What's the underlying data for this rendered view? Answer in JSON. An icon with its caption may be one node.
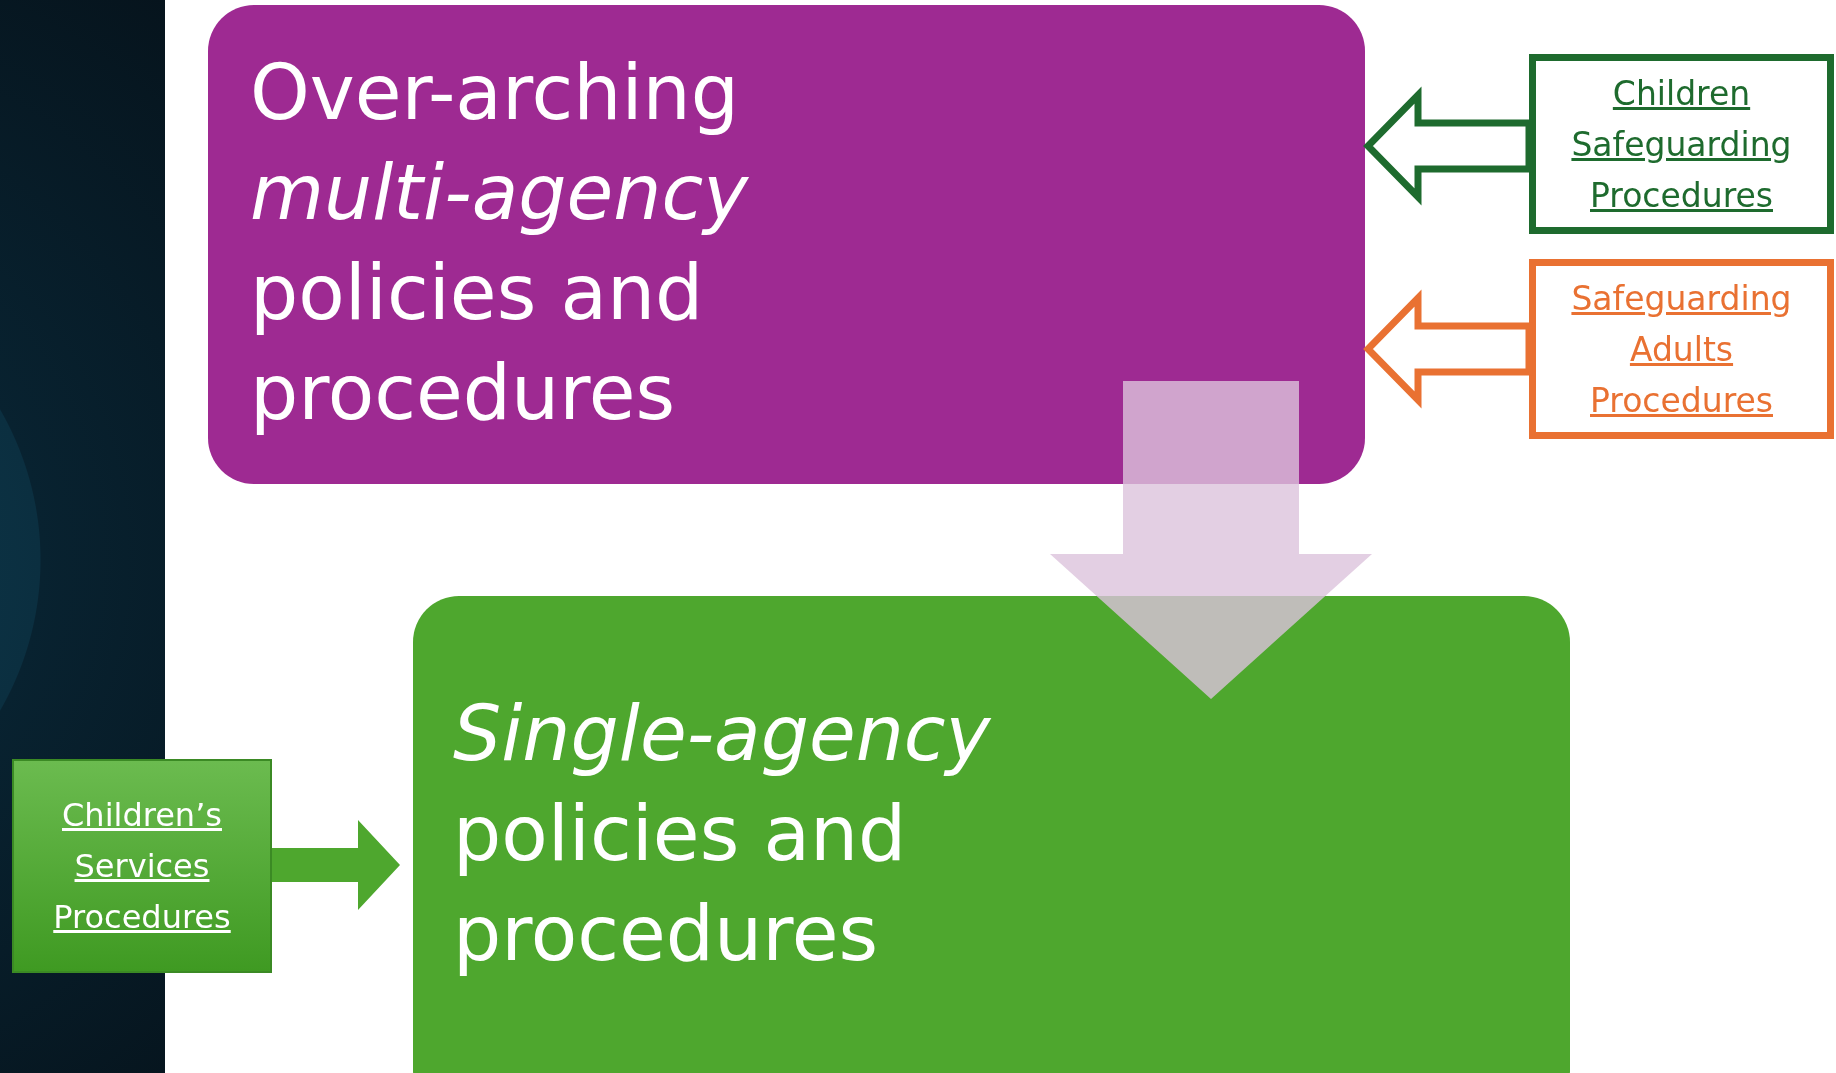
{
  "diagram": {
    "nodes": [
      {
        "text": [
          "Over-arching *multi-agency* policies and procedures"
        ]
      },
      {
        "text": [
          "*Single-agency* policies and procedures"
        ]
      },
      {
        "text": [
          "Children Safeguarding Procedures"
        ]
      },
      {
        "text": [
          "Safeguarding Adults Procedures"
        ]
      },
      {
        "text": [
          "Children’s Services Procedures"
        ]
      }
    ],
    "edges": [
      {
        "from": 2,
        "to": 0,
        "arrow": "to",
        "color": "#1e6b2e"
      },
      {
        "from": 3,
        "to": 0,
        "arrow": "to",
        "color": "#e97132"
      },
      {
        "from": 0,
        "to": 1,
        "arrow": "to",
        "color": "#dcc3dc"
      },
      {
        "from": 4,
        "to": 1,
        "arrow": "to",
        "color": "#4ea72e"
      }
    ]
  }
}
